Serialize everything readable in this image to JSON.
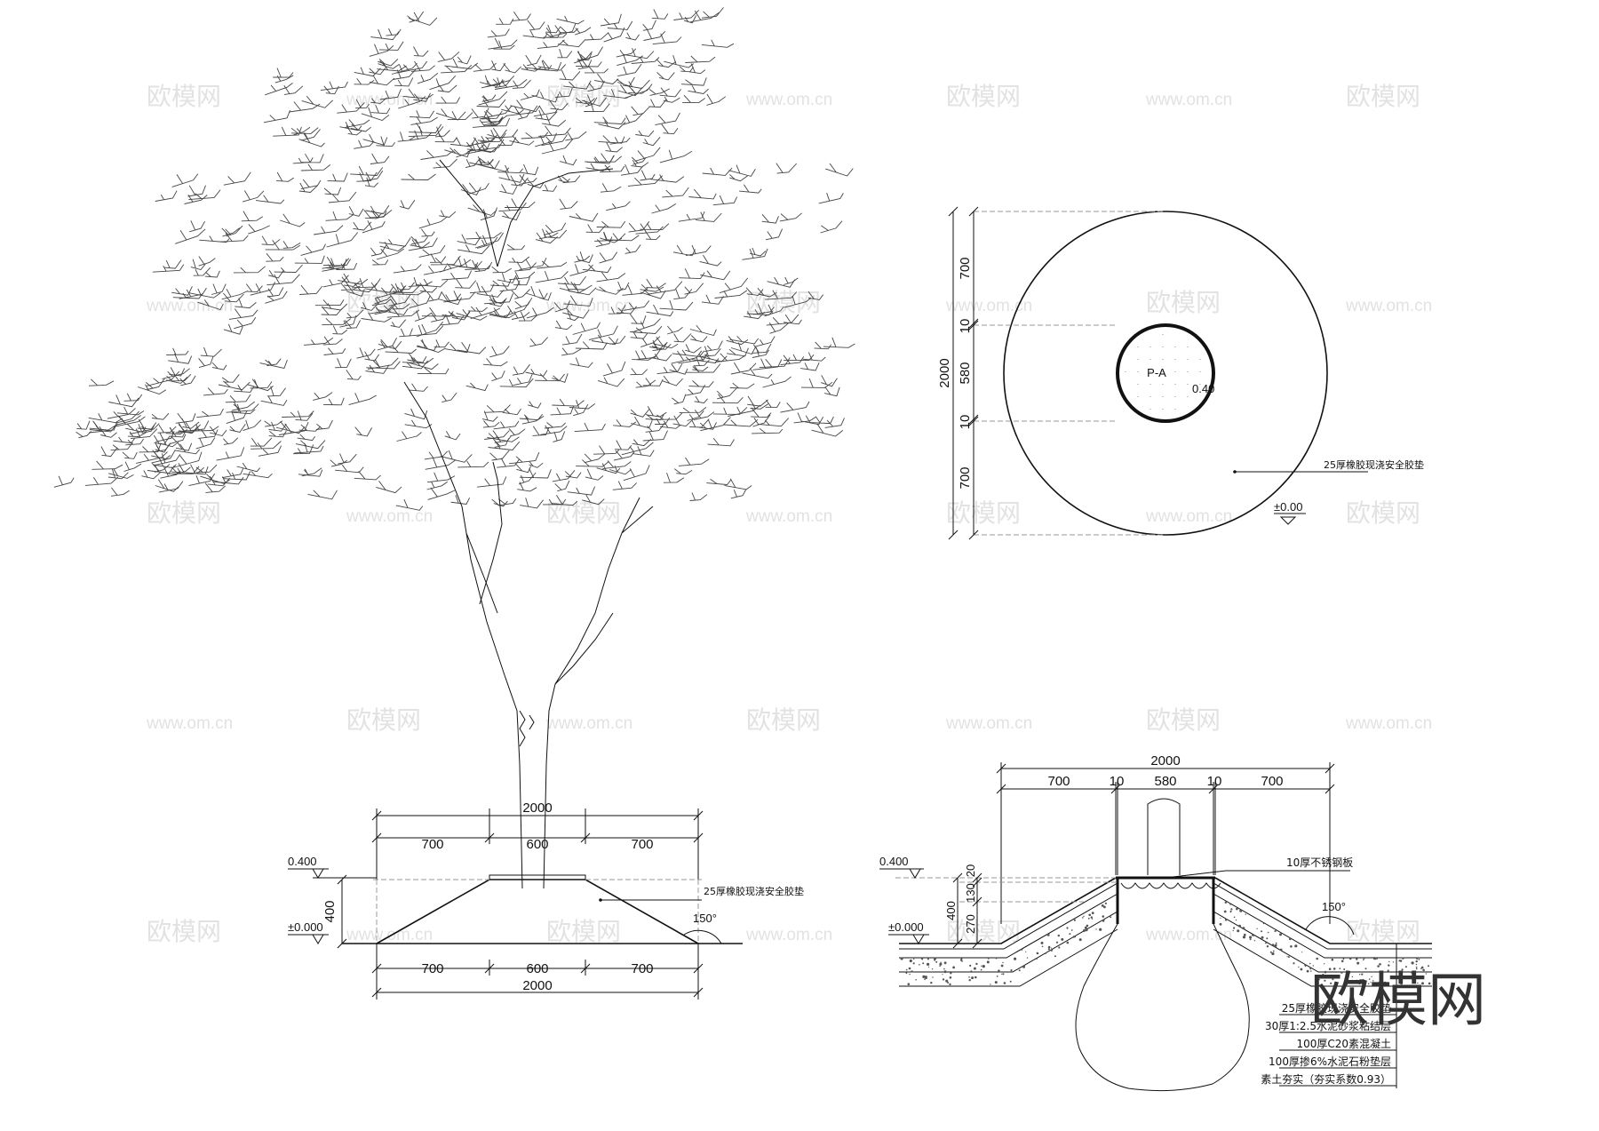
{
  "watermark": {
    "brand": "欧模网",
    "url": "www.om.cn"
  },
  "elevation": {
    "top_dims": {
      "total": "2000",
      "left": "700",
      "mid": "600",
      "right": "700"
    },
    "bottom_dims": {
      "left": "700",
      "mid": "600",
      "right": "700",
      "total": "2000"
    },
    "height_dim": "400",
    "level_top": "0.400",
    "level_ground": "±0.000",
    "callout": "25厚橡胶现浇安全胶垫",
    "angle": "150°"
  },
  "plan": {
    "total": "2000",
    "segments": [
      "700",
      "10",
      "580",
      "10",
      "700"
    ],
    "tree_label": "P-A",
    "scale_note": "0.40",
    "callout": "25厚橡胶现浇安全胶垫",
    "level": "±0.00"
  },
  "section": {
    "top_dims": {
      "total": "2000",
      "segments": [
        "700",
        "10",
        "580",
        "10",
        "700"
      ]
    },
    "left_dims": [
      "20",
      "130",
      "270",
      "400"
    ],
    "level_top": "0.400",
    "level_ground": "±0.000",
    "steel_plate_note": "10厚不锈钢板",
    "angle": "150°",
    "layers": [
      "25厚橡胶现浇安全胶垫",
      "30厚1:2.5水泥砂浆粘结层",
      "100厚C20素混凝土",
      "100厚掺6%水泥石粉垫层",
      "素土夯实（夯实系数0.93）"
    ]
  },
  "logo_text": "欧模网"
}
